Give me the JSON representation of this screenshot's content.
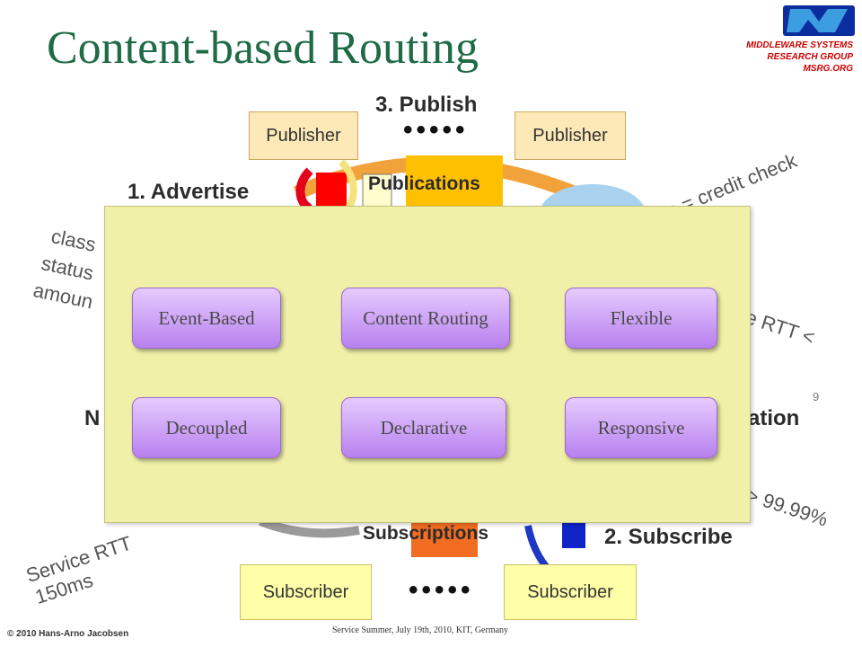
{
  "title": "Content-based Routing",
  "logo": {
    "line1": "MIDDLEWARE SYSTEMS",
    "line2": "RESEARCH GROUP",
    "line3": "MSRG.ORG"
  },
  "steps": {
    "publish": "3. Publish",
    "advertise": "1. Advertise",
    "subscribe": "2. Subscribe"
  },
  "boxes": {
    "publisher_left": "Publisher",
    "publisher_right": "Publisher",
    "subscriber_left": "Subscriber",
    "subscriber_right": "Subscriber"
  },
  "dots": "•••••",
  "flows": {
    "publications": "Publications",
    "subscriptions": "Subscriptions"
  },
  "partial_text": {
    "left_1": "class",
    "left_2": "status",
    "left_3": "amoun",
    "left_n": "N",
    "right_service": "ice  =  credit check",
    "right_rtt": "e RTT <",
    "right_ation": "ation",
    "right_pct": "> 99.99%",
    "bottom_rtt": "Service RTT",
    "bottom_ms": "150ms"
  },
  "features": [
    {
      "label": "Event-Based"
    },
    {
      "label": "Content Routing"
    },
    {
      "label": "Flexible"
    },
    {
      "label": "Decoupled"
    },
    {
      "label": "Declarative"
    },
    {
      "label": "Responsive"
    }
  ],
  "page_number": "9",
  "footer": {
    "copyright": "© 2010 Hans-Arno Jacobsen",
    "event": "Service Summer, July 19th, 2010, KIT, Germany"
  }
}
